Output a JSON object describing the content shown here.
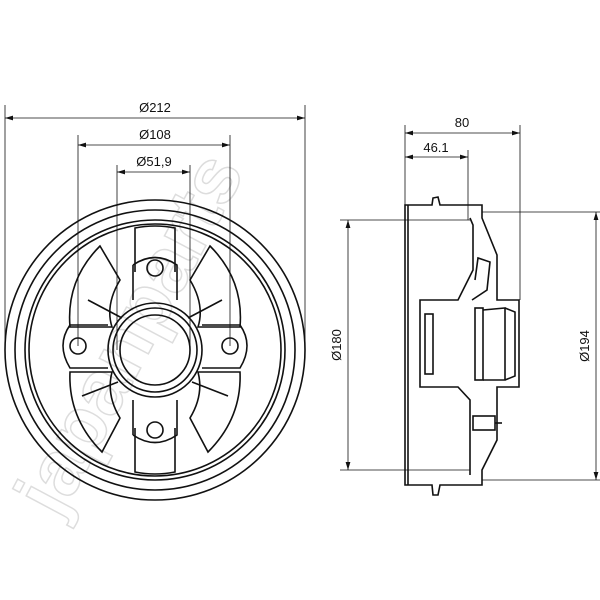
{
  "watermark": "japanparts",
  "front_view": {
    "outer_diameter_label": "Ø212",
    "bolt_circle_label": "Ø108",
    "center_bore_label": "Ø51,9"
  },
  "side_view": {
    "overall_width_label": "80",
    "offset_label": "46.1",
    "inner_diameter_label": "Ø180",
    "flange_diameter_label": "Ø194"
  },
  "colors": {
    "line": "#111111",
    "watermark": "#dddddd",
    "background": "#ffffff"
  }
}
